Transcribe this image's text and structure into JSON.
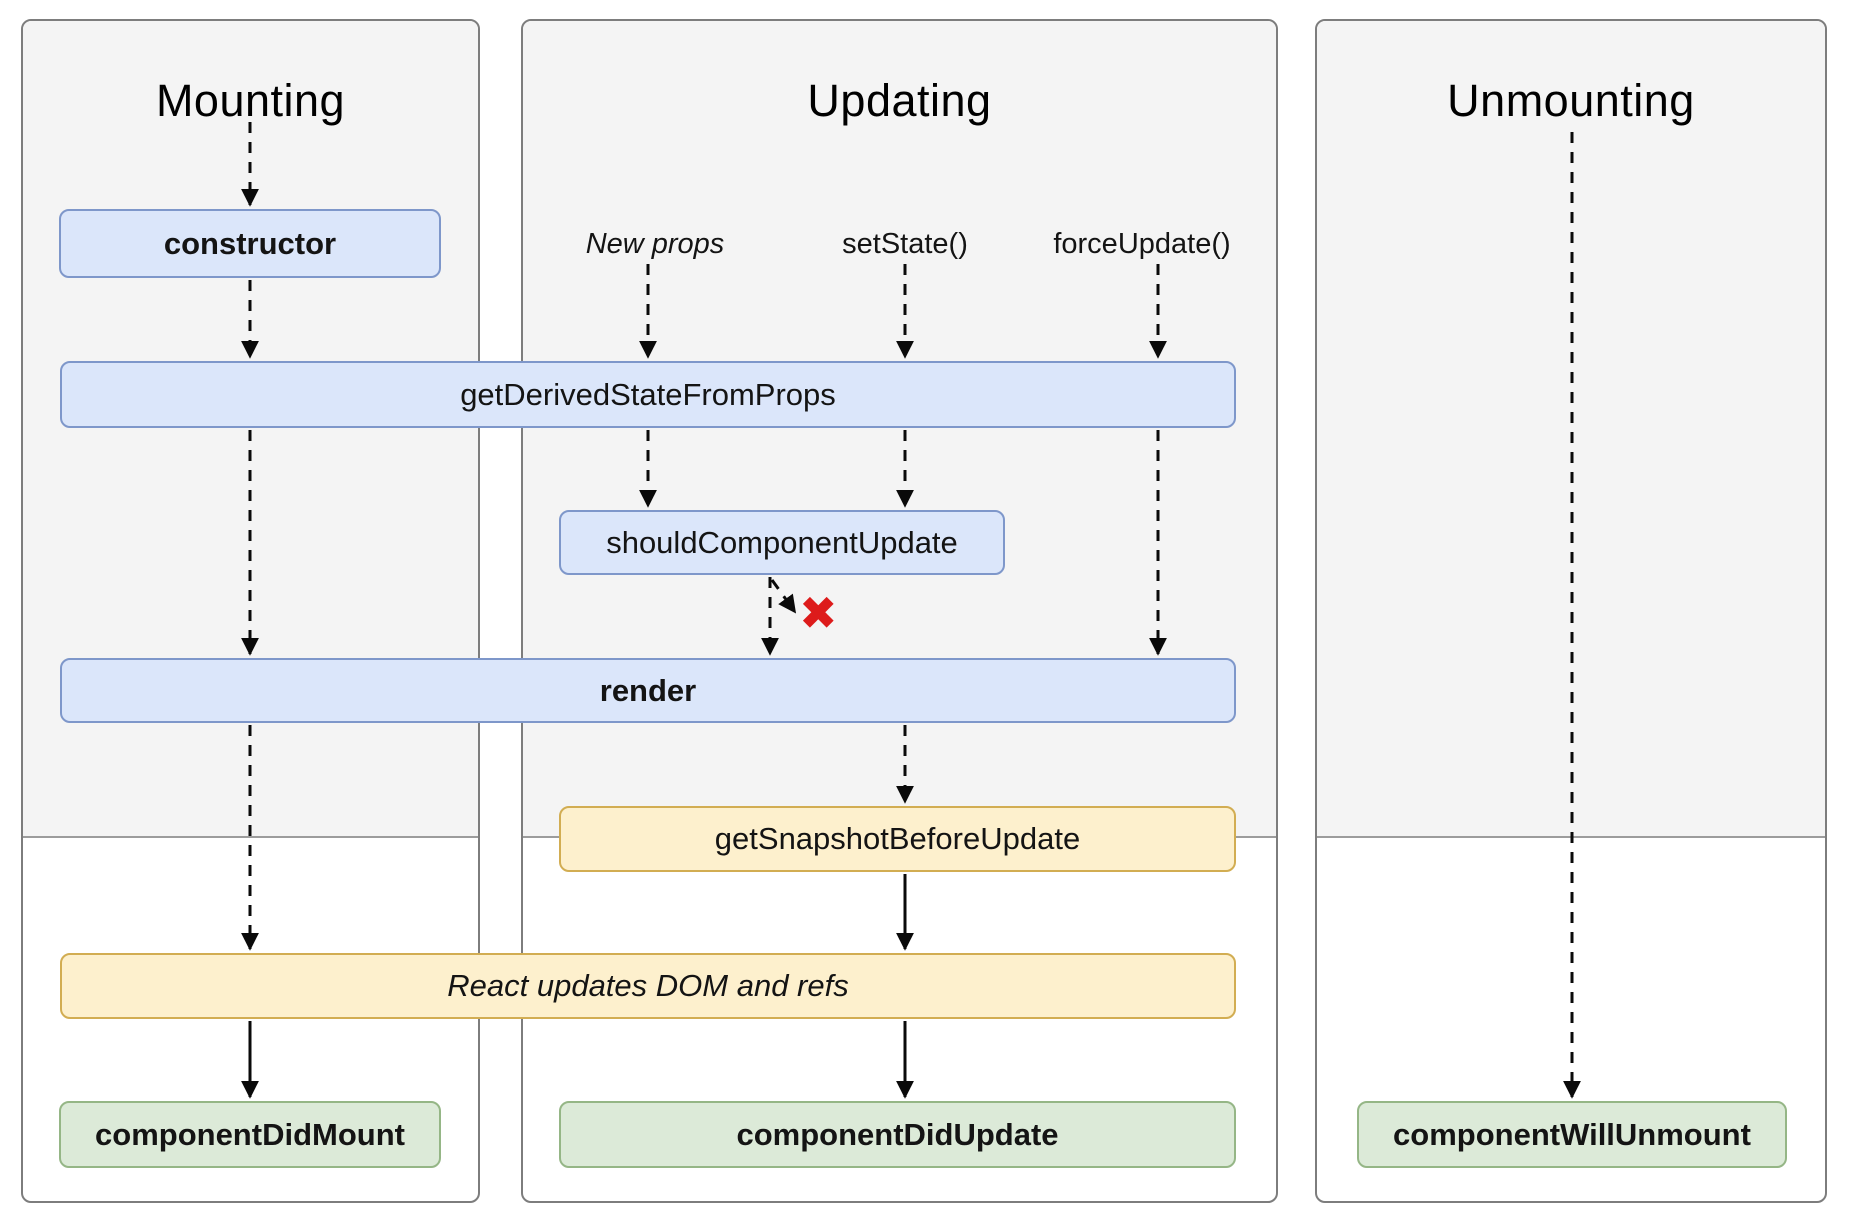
{
  "columns": [
    {
      "title": "Mounting"
    },
    {
      "title": "Updating"
    },
    {
      "title": "Unmounting"
    }
  ],
  "events": {
    "new_props": "New props",
    "set_state": "setState()",
    "force_update": "forceUpdate()"
  },
  "boxes": {
    "ctor": "constructor",
    "get_derived_state_from_props": "getDerivedStateFromProps",
    "should_component_update": "shouldComponentUpdate",
    "render": "render",
    "get_snapshot_before_update": "getSnapshotBeforeUpdate",
    "react_updates_dom": "React updates DOM and refs",
    "component_did_mount": "componentDidMount",
    "component_did_update": "componentDidUpdate",
    "component_will_unmount": "componentWillUnmount"
  },
  "icons": {
    "update_blocked": "✖"
  },
  "colors": {
    "lifecycle_fill": "#dbe6fa",
    "lifecycle_border": "#7e97ca",
    "side_effect_fill": "#fdf0cd",
    "side_effect_border": "#d2ad52",
    "commit_fill": "#dcead8",
    "commit_border": "#95b686",
    "panel_border": "#7d7d7d",
    "render_phase_bg": "#f4f4f4",
    "commit_phase_bg": "#ffffff",
    "phase_divider": "#9c9c9c",
    "arrow": "#0a0a0a",
    "blocked_x": "#dd1b1b"
  }
}
